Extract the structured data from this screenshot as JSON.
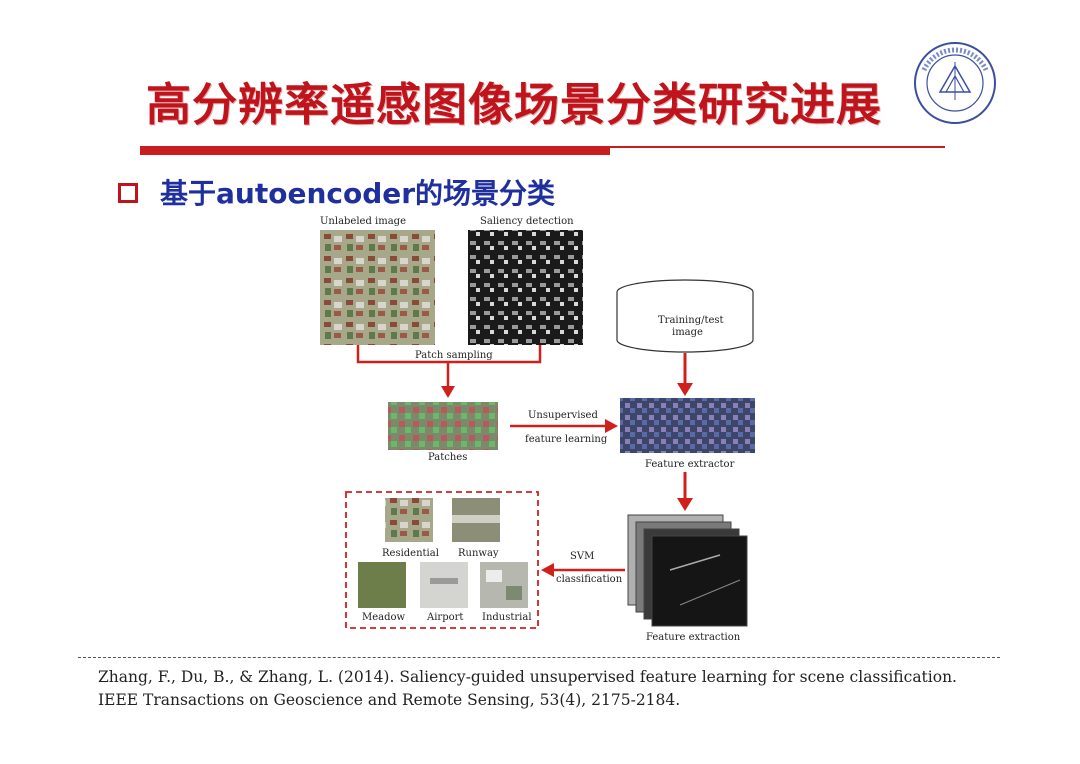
{
  "slide": {
    "title": "高分辨率遥感图像场景分类研究进展",
    "subtitle": "基于autoencoder的场景分类"
  },
  "figure": {
    "unlabeled_image": "Unlabeled image",
    "saliency_detection": "Saliency detection",
    "patch_sampling": "Patch sampling",
    "training_test_line1": "Training/test",
    "training_test_line2": "image",
    "patches": "Patches",
    "unsupervised": "Unsupervised",
    "feature_learning": "feature learning",
    "feature_extractor": "Feature extractor",
    "residential": "Residential",
    "runway": "Runway",
    "meadow": "Meadow",
    "airport": "Airport",
    "industrial": "Industrial",
    "svm": "SVM",
    "classification": "classification",
    "feature_extraction": "Feature extraction"
  },
  "citation": {
    "line1": "Zhang, F., Du, B., & Zhang, L. (2014). Saliency-guided unsupervised feature learning for scene classification.",
    "line2": "IEEE Transactions on Geoscience and Remote Sensing, 53(4), 2175-2184."
  },
  "colors": {
    "title_red": "#c0141c",
    "subtitle_blue": "#1f2f9e",
    "arrow_red": "#d0201c"
  },
  "icons": {
    "logo": "university-seal-icon",
    "bullet": "hollow-square-bullet-icon"
  }
}
